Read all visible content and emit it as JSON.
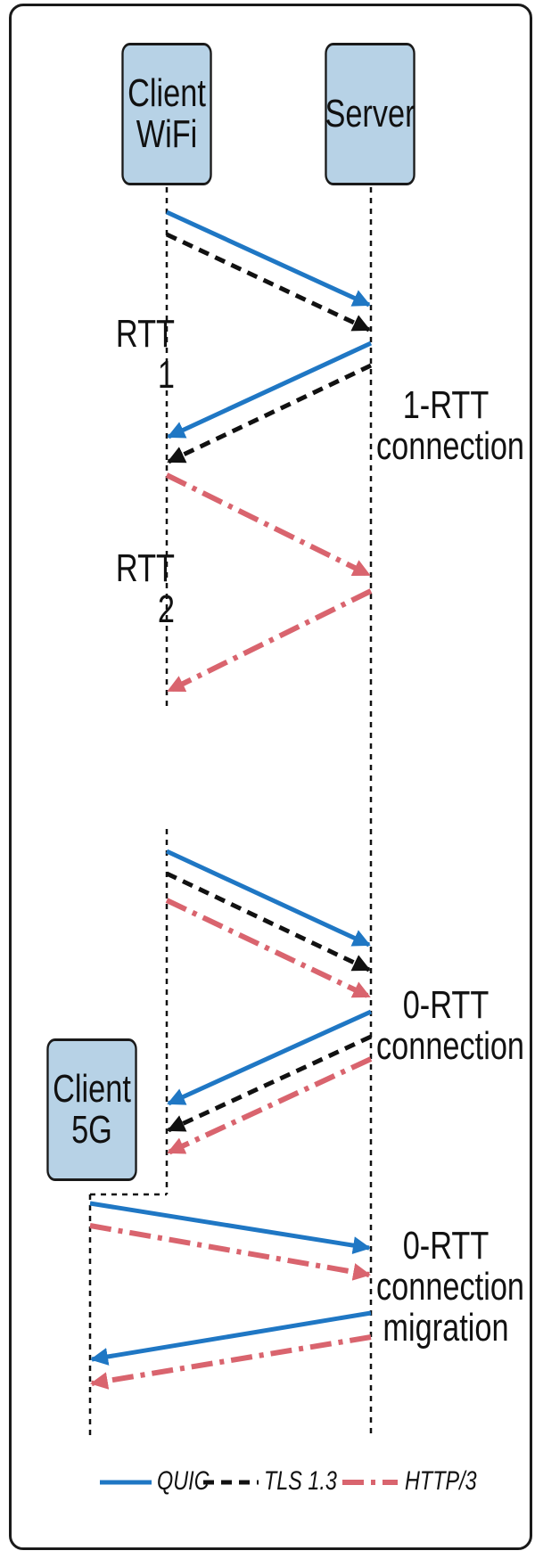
{
  "actors": {
    "client_wifi": {
      "lines": [
        "Client",
        "WiFi"
      ]
    },
    "server": {
      "lines": [
        "Server"
      ]
    },
    "client_5g": {
      "lines": [
        "Client",
        "5G"
      ]
    }
  },
  "labels": {
    "rtt1": "RTT 1",
    "rtt2": "RTT 2",
    "one_rtt": [
      "1-RTT",
      "connection"
    ],
    "zero_rtt": [
      "0-RTT",
      "connection"
    ],
    "zero_rtt_migration": [
      "0-RTT",
      "connection",
      "migration"
    ]
  },
  "legend": {
    "quic": "QUIC",
    "tls": "TLS 1.3",
    "http3": "HTTP/3"
  },
  "colors": {
    "quic": "#1f77c4",
    "tls": "#111111",
    "http3": "#d9646e",
    "actor_fill": "#b7d2e6"
  }
}
